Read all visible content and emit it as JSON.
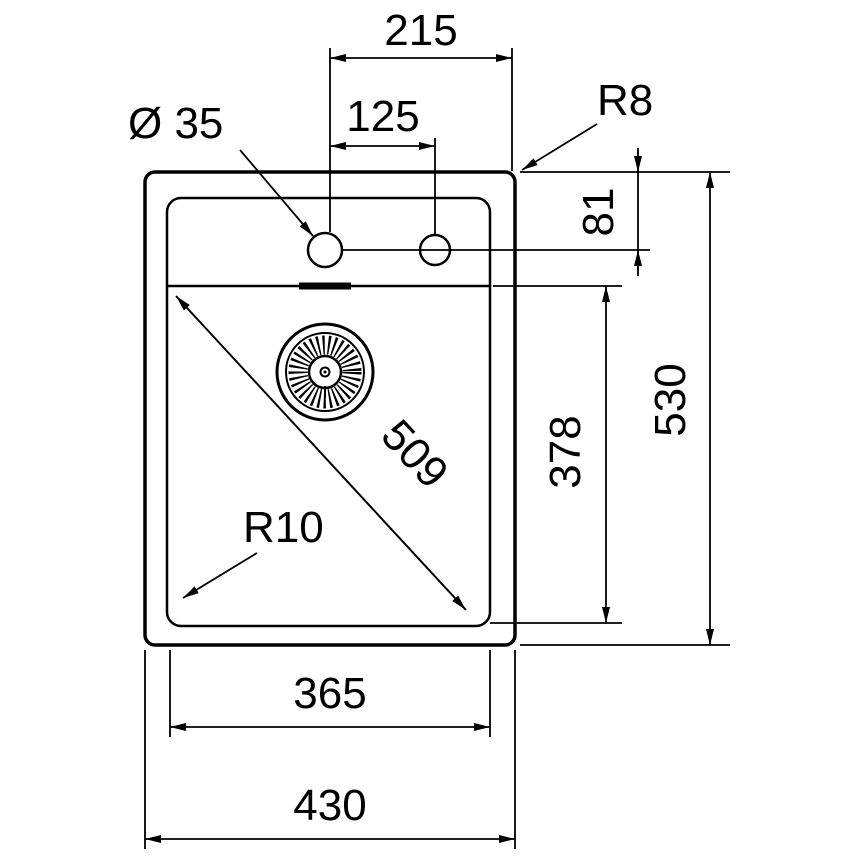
{
  "drawing": {
    "colors": {
      "line": "#000000",
      "background": "#ffffff"
    },
    "labels": {
      "top_width": "215",
      "hole_spacing": "125",
      "hole_diameter": "Ø 35",
      "outer_corner_radius": "R8",
      "rim_to_holes": "81",
      "overall_depth": "530",
      "bowl_depth": "378",
      "bowl_diagonal": "509",
      "inner_corner_radius": "R10",
      "bowl_width": "365",
      "overall_width": "430"
    }
  }
}
